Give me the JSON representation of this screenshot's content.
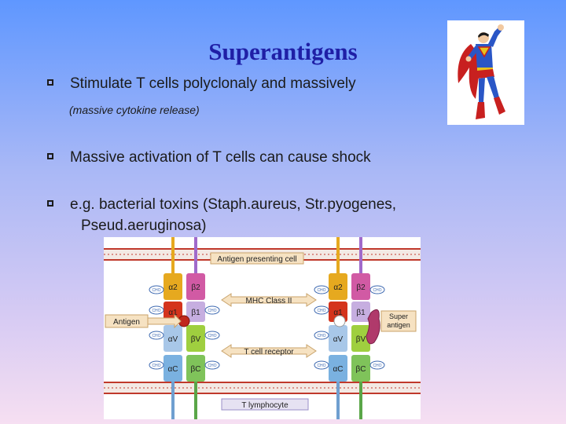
{
  "title": "Superantigens",
  "bullets": [
    "Stimulate T cells polyclonaly and massively",
    "Massive activation of T cells can cause shock",
    "e.g. bacterial toxins (Staph.aureus, Str.pyogenes,"
  ],
  "bullet1_sub": "(massive cytokine release)",
  "bullet3_cont": "Pseud.aeruginosa)",
  "diagram": {
    "apc_label": "Antigen presenting cell",
    "mhc_label": "MHC Class II",
    "tcr_label": "T cell receptor",
    "lymph_label": "T lymphocyte",
    "antigen_label": "Antigen",
    "superantigen_line1": "Super",
    "superantigen_line2": "antigen",
    "cho": "CHO",
    "left": {
      "a2": "α2",
      "b2": "β2",
      "a1": "α1",
      "b1": "β1",
      "aV": "αV",
      "bV": "βV",
      "aC": "αC",
      "bC": "βC"
    },
    "right": {
      "a2": "α2",
      "b2": "β2",
      "a1": "α1",
      "b1": "β1",
      "aV": "αV",
      "bV": "βV",
      "aC": "αC",
      "bC": "βC"
    }
  },
  "colors": {
    "title": "#1f1fa6",
    "alpha2": "#e6a91f",
    "beta2": "#d15aa4",
    "alpha1": "#d4331c",
    "beta1": "#c6aee0",
    "alphaV": "#a8c7e8",
    "betaV": "#9fcf3f",
    "alphaC": "#7ab1e0",
    "betaC": "#7fc35a",
    "superantigen": "#b03a6b"
  },
  "icons": [
    "superman-illustration",
    "bullet-square-icon"
  ]
}
